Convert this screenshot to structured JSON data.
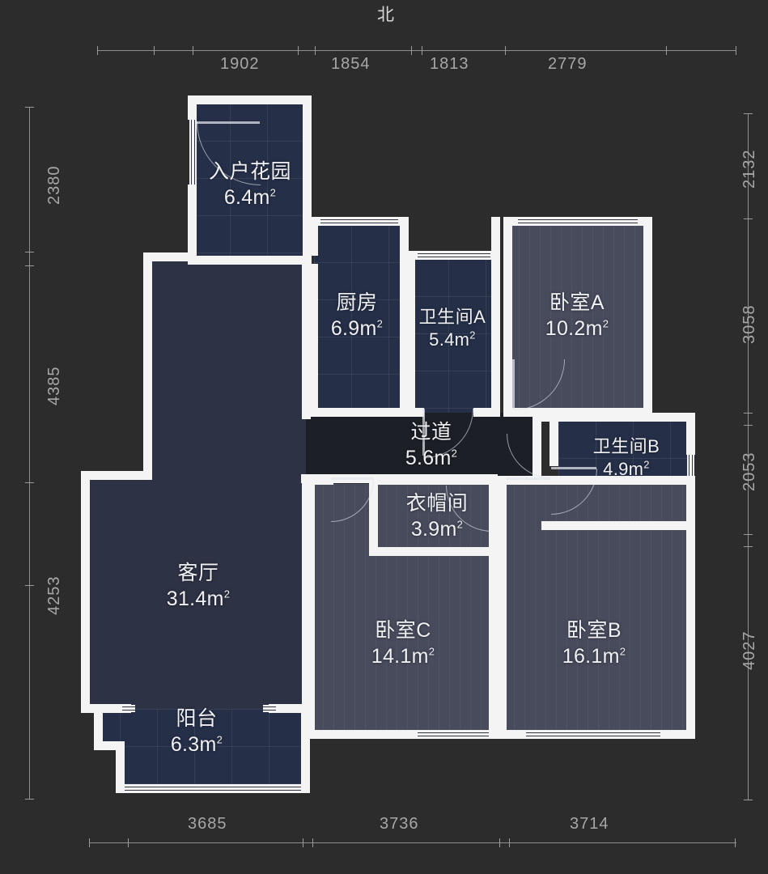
{
  "compass": {
    "label": "北"
  },
  "dimensions": {
    "top": [
      "1902",
      "1854",
      "1813",
      "2779"
    ],
    "left": [
      "2380",
      "4385",
      "4253"
    ],
    "right": [
      "2132",
      "3058",
      "2053",
      "4027"
    ],
    "bottom": [
      "3685",
      "3736",
      "3714"
    ]
  },
  "unit_suffix": "m",
  "rooms": [
    {
      "id": "entry-garden",
      "name": "入户花园",
      "area": "6.4m",
      "floor": "tile"
    },
    {
      "id": "kitchen",
      "name": "厨房",
      "area": "6.9m",
      "floor": "tile"
    },
    {
      "id": "bathroom-a",
      "name": "卫生间A",
      "area": "5.4m",
      "floor": "tile"
    },
    {
      "id": "bedroom-a",
      "name": "卧室A",
      "area": "10.2m",
      "floor": "wood"
    },
    {
      "id": "hallway",
      "name": "过道",
      "area": "5.6m",
      "floor": "dark"
    },
    {
      "id": "bathroom-b",
      "name": "卫生间B",
      "area": "4.9m",
      "floor": "tile"
    },
    {
      "id": "closet",
      "name": "衣帽间",
      "area": "3.9m",
      "floor": "wood"
    },
    {
      "id": "living-room",
      "name": "客厅",
      "area": "31.4m",
      "floor": "plain"
    },
    {
      "id": "bedroom-c",
      "name": "卧室C",
      "area": "14.1m",
      "floor": "wood"
    },
    {
      "id": "bedroom-b",
      "name": "卧室B",
      "area": "16.1m",
      "floor": "wood"
    },
    {
      "id": "balcony",
      "name": "阳台",
      "area": "6.3m",
      "floor": "tile"
    }
  ],
  "colors": {
    "background": "#2c2c2c",
    "wall": "#f4f4f4",
    "tile_floor": "#252f48",
    "wood_floor": "#474b5c",
    "living_floor": "#2d3244",
    "hallway_floor": "#1d1f27",
    "dimension_text": "#a7a7a7",
    "label_text": "#f0f1f4"
  }
}
